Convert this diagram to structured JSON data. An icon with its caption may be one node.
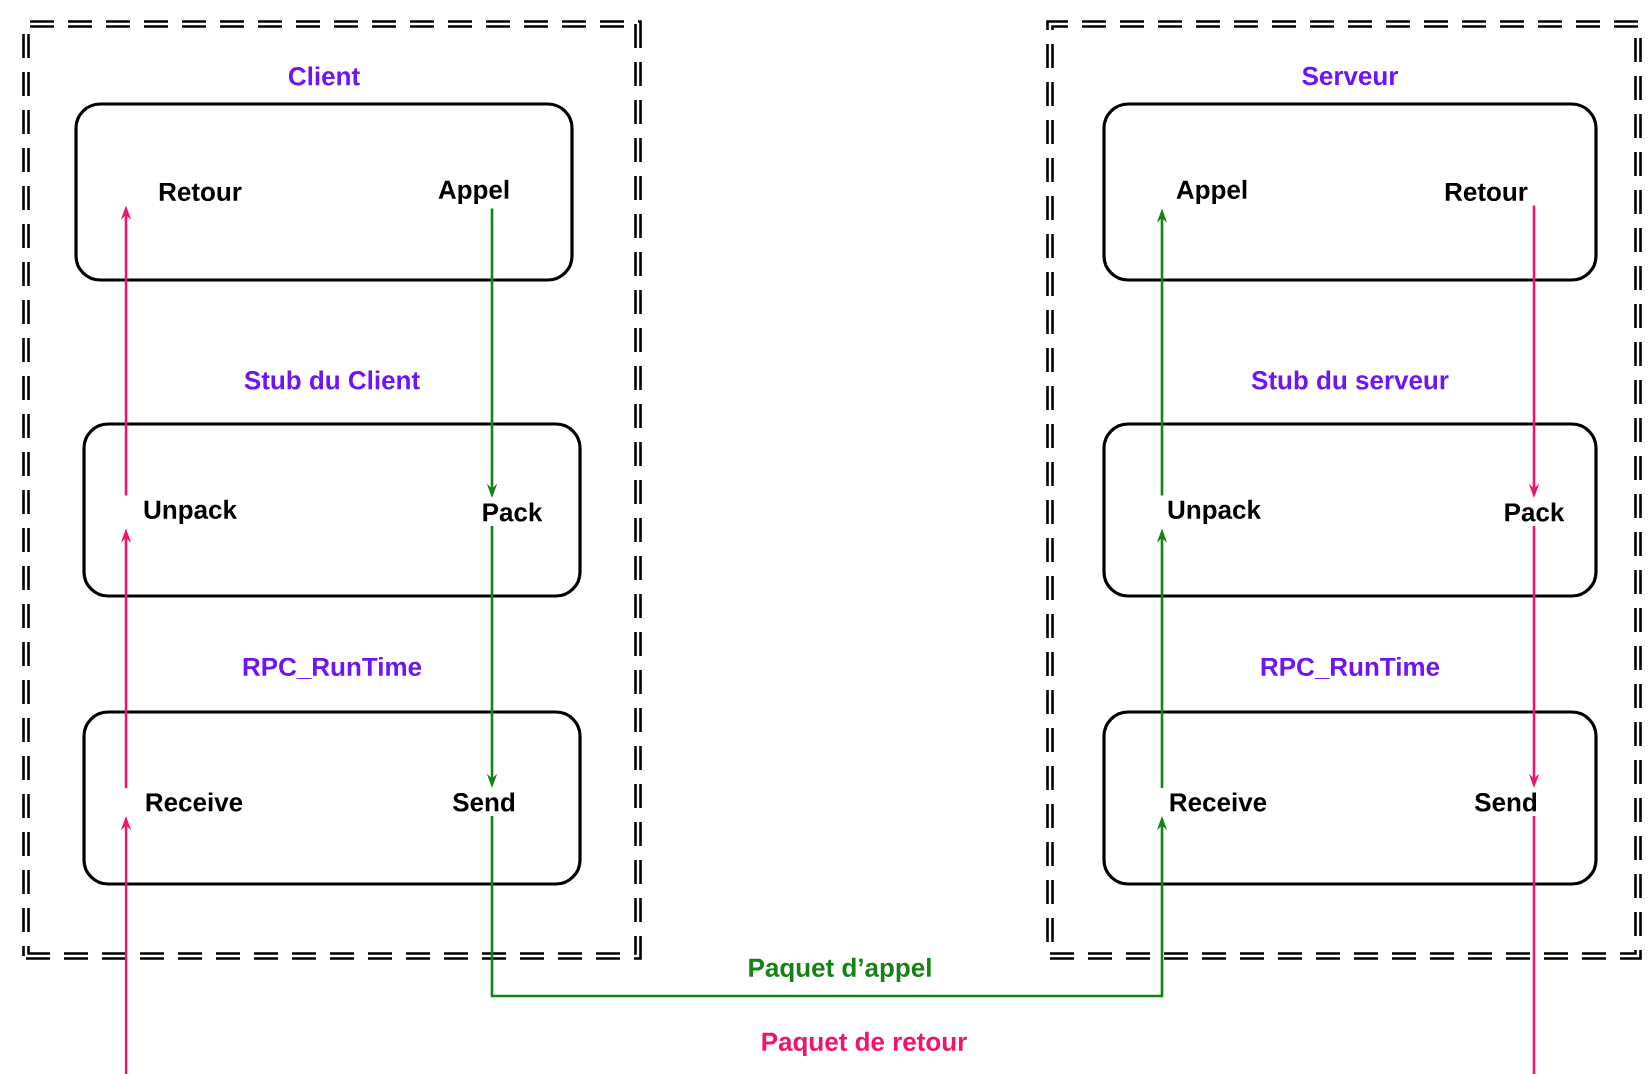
{
  "diagram": {
    "nodes": [
      {
        "text": [],
        "shape": "box"
      },
      {
        "text": [
          "Client"
        ],
        "in": 0
      },
      {
        "text": [
          "Retour"
        ],
        "in": 1
      },
      {
        "text": [
          "Appel"
        ],
        "in": 1
      },
      {
        "text": [
          "Stub du Client"
        ],
        "in": 0
      },
      {
        "text": [
          "Unpack"
        ],
        "in": 4
      },
      {
        "text": [
          "Pack"
        ],
        "in": 4
      },
      {
        "text": [
          "RPC_RunTime"
        ],
        "in": 0
      },
      {
        "text": [
          "Receive"
        ],
        "in": 7
      },
      {
        "text": [
          "Send"
        ],
        "in": 7
      },
      {
        "text": [],
        "shape": "box"
      },
      {
        "text": [
          "Serveur"
        ],
        "in": 10
      },
      {
        "text": [
          "Appel"
        ],
        "in": 11
      },
      {
        "text": [
          "Retour"
        ],
        "in": 11
      },
      {
        "text": [
          "Stub du serveur"
        ],
        "in": 10
      },
      {
        "text": [
          "Unpack"
        ],
        "in": 14
      },
      {
        "text": [
          "Pack"
        ],
        "in": 14
      },
      {
        "text": [
          "RPC_RunTime"
        ],
        "in": 10
      },
      {
        "text": [
          "Receive"
        ],
        "in": 17
      },
      {
        "text": [
          "Send"
        ],
        "in": 17
      }
    ],
    "edges": [
      {
        "from": 3,
        "to": 6,
        "arrow": "to",
        "color": "#148214"
      },
      {
        "from": 6,
        "to": 9,
        "arrow": "to",
        "color": "#148214"
      },
      {
        "from": null,
        "to": 8,
        "arrow": "to",
        "color": "#f0146e"
      },
      {
        "from": 8,
        "to": 5,
        "arrow": "to",
        "color": "#f0146e"
      },
      {
        "from": 5,
        "to": 2,
        "arrow": "to",
        "color": "#f0146e"
      },
      {
        "from": 9,
        "to": 18,
        "arrow": "to",
        "label": "Paquet d’appel",
        "color": "#148214"
      },
      {
        "from": 18,
        "to": 15,
        "arrow": "to",
        "color": "#148214"
      },
      {
        "from": 15,
        "to": 12,
        "arrow": "to",
        "color": "#148214"
      },
      {
        "from": 13,
        "to": 16,
        "arrow": "to",
        "color": "#f0146e"
      },
      {
        "from": 16,
        "to": 19,
        "arrow": "to",
        "color": "#f0146e"
      },
      {
        "from": 19,
        "to": null,
        "arrow": "none",
        "color": "#f0146e"
      }
    ],
    "labels": [
      "Paquet de retour"
    ]
  }
}
